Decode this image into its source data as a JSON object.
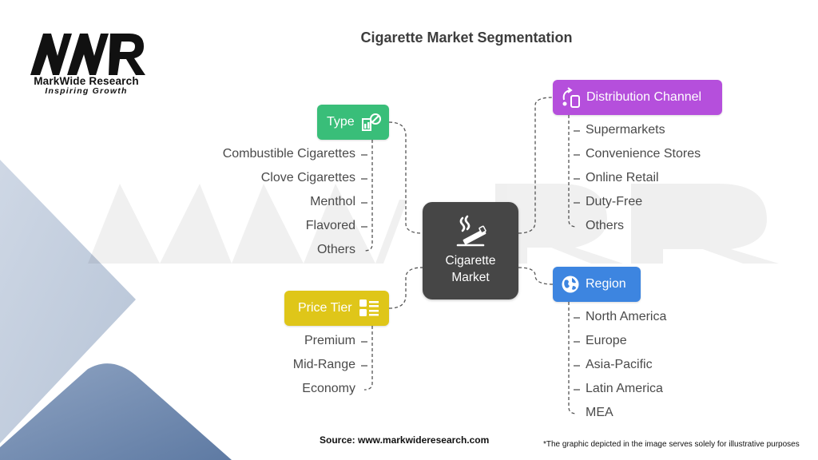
{
  "logo": {
    "name": "MarkWide Research",
    "tagline": "Inspiring Growth"
  },
  "title": "Cigarette Market Segmentation",
  "center": {
    "line1": "Cigarette",
    "line2": "Market",
    "icon": "no-smoking-cigarette-icon"
  },
  "categories": {
    "type": {
      "label": "Type",
      "color": "#39be79",
      "icon": "product-tag-icon",
      "items": [
        "Combustible Cigarettes",
        "Clove Cigarettes",
        "Menthol",
        "Flavored",
        "Others"
      ]
    },
    "price_tier": {
      "label": "Price Tier",
      "color": "#dfc619",
      "icon": "tier-list-icon",
      "items": [
        "Premium",
        "Mid-Range",
        "Economy"
      ]
    },
    "distribution": {
      "label": "Distribution Channel",
      "color": "#b54fdc",
      "icon": "mobile-delivery-icon",
      "items": [
        "Supermarkets",
        "Convenience Stores",
        "Online Retail",
        "Duty-Free",
        "Others"
      ]
    },
    "region": {
      "label": "Region",
      "color": "#3d85e0",
      "icon": "globe-icon",
      "items": [
        "North America",
        "Europe",
        "Asia-Pacific",
        "Latin America",
        "MEA"
      ]
    }
  },
  "footer": {
    "source": "Source: www.markwideresearch.com",
    "note": "*The graphic depicted in the image serves solely for illustrative purposes"
  }
}
